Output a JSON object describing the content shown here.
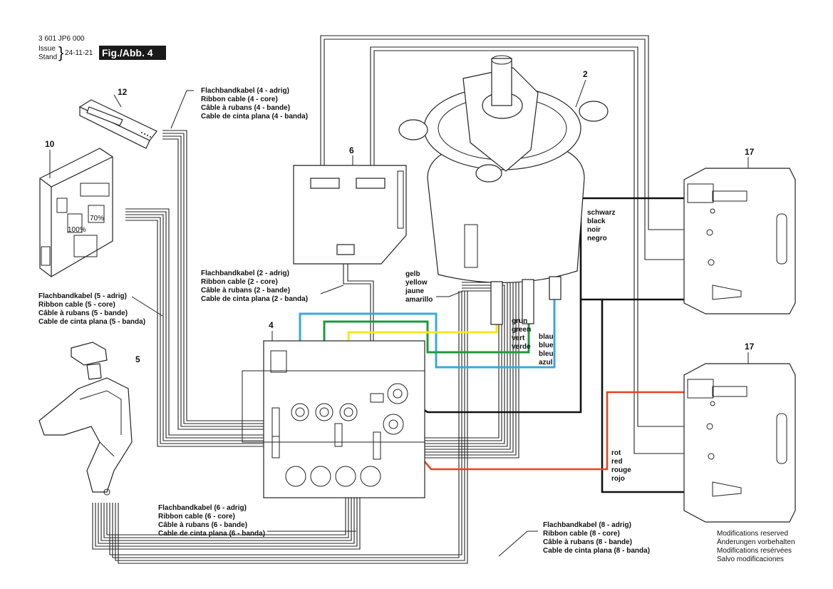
{
  "header": {
    "doc_number": "3 601 JP6 000",
    "issue_label": "Issue",
    "stand_label": "Stand",
    "date": "24-11-21",
    "figure_label": "Fig./Abb. 4"
  },
  "parts": {
    "p2": "2",
    "p4": "4",
    "p5": "5",
    "p6": "6",
    "p10": "10",
    "p12": "12",
    "p17a": "17",
    "p17b": "17"
  },
  "cable_labels": {
    "ribbon4": [
      "Flachbandkabel (4 - adrig)",
      "Ribbon cable (4 - core)",
      "Câble à rubans (4 - bande)",
      "Cable de cinta plana (4 - banda)"
    ],
    "ribbon2": [
      "Flachbandkabel (2 - adrig)",
      "Ribbon cable (2 - core)",
      "Câble à rubans (2 - bande)",
      "Cable de cinta plana (2 - banda)"
    ],
    "ribbon5": [
      "Flachbandkabel (5 - adrig)",
      "Ribbon cable (5 - core)",
      "Câble à rubans (5 - bande)",
      "Cable de cinta plana (5 - banda)"
    ],
    "ribbon6": [
      "Flachbandkabel (6 - adrig)",
      "Ribbon cable (6 - core)",
      "Câble à rubans (6 - bande)",
      "Cable de cinta plana (6 - banda)"
    ],
    "ribbon8": [
      "Flachbandkabel (8 - adrig)",
      "Ribbon cable (8 - core)",
      "Câble à rubans (8 - bande)",
      "Cable de cinta plana (8 - banda)"
    ]
  },
  "wire_labels": {
    "black": [
      "schwarz",
      "black",
      "noir",
      "negro"
    ],
    "yellow": [
      "gelb",
      "yellow",
      "jaune",
      "amarillo"
    ],
    "green": [
      "grun",
      "green",
      "vert",
      "verde"
    ],
    "blue": [
      "blau",
      "blue",
      "bleu",
      "azul"
    ],
    "red": [
      "rot",
      "red",
      "rouge",
      "rojo"
    ]
  },
  "battery_display": {
    "left_percent": "100%",
    "right_percent": "70%"
  },
  "footer": [
    "Modifications reserved",
    "Änderungen vorbehalten",
    "Modifications resérvées",
    "Salvo modificaciones"
  ],
  "colors": {
    "blue_wire": "#3aa8dc",
    "green_wire": "#1f9a3c",
    "yellow_wire": "#f3e81a",
    "red_wire": "#e8431e",
    "black_wire": "#111111",
    "figure_box": "#1a1a1a"
  }
}
